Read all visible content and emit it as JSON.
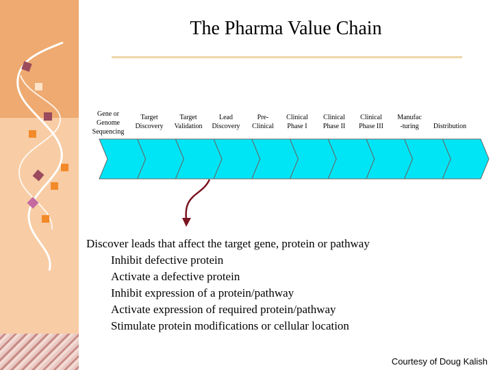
{
  "slide": {
    "title": "The Pharma Value Chain",
    "stages": [
      "Gene or\nGenome\nSequencing",
      "Target\nDiscovery",
      "Target\nValidation",
      "Lead\nDiscovery",
      "Pre-\nClinical",
      "Clinical\nPhase I",
      "Clinical\nPhase II",
      "Clinical\nPhase III",
      "Manufac\n-turing",
      "Distribution"
    ],
    "highlighted_stage": "Lead Discovery",
    "detail": {
      "heading": "Discover leads that affect the target gene, protein or pathway",
      "items": [
        "Inhibit defective protein",
        "Activate a defective protein",
        "Inhibit expression of a protein/pathway",
        "Activate expression of required protein/pathway",
        "Stimulate protein modifications or cellular location"
      ]
    },
    "credit": "Courtesy of Doug Kalish"
  },
  "colors": {
    "chain_fill": "#00e5f5",
    "chain_stroke": "#666666",
    "title_rule": "#edd6a7",
    "arrow": "#7a1420",
    "sidebar_light": "#f8cca4",
    "sidebar_dark": "#eeaa70"
  }
}
